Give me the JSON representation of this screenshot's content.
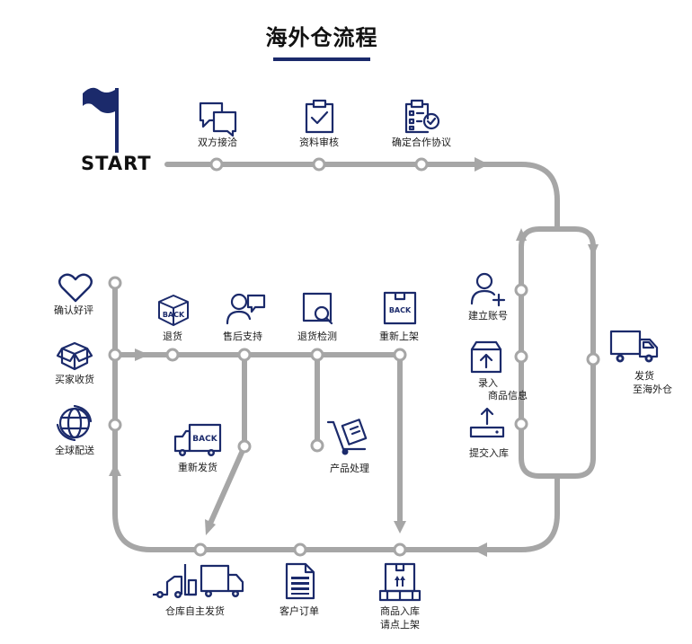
{
  "title": "海外仓流程",
  "start_label": "START",
  "colors": {
    "navy": "#1b2a6b",
    "path": "#a6a6a6",
    "text": "#1a1a1a"
  },
  "steps": {
    "negotiate": "双方接洽",
    "review": "资料审核",
    "agreement": "确定合作协议",
    "account": "建立账号",
    "product_info_1": "录入",
    "product_info_2": "商品信息",
    "submit": "提交入库",
    "ship_1": "发货",
    "ship_2": "至海外仓",
    "inbound_1": "商品入库",
    "inbound_2": "请点上架",
    "order": "客户订单",
    "warehouse_ship": "仓库自主发货",
    "global": "全球配送",
    "receive": "买家收货",
    "review_good": "确认好评",
    "return": "退货",
    "aftersale": "售后支持",
    "inspect": "退货检测",
    "reshelve": "重新上架",
    "reship": "重新发货",
    "process": "产品处理"
  },
  "icon_text": {
    "back": "BACK"
  },
  "icons": [
    "flag-icon",
    "chat-bubbles-icon",
    "clipboard-check-icon",
    "checklist-icon",
    "add-user-icon",
    "upload-box-icon",
    "upload-tray-icon",
    "delivery-truck-icon",
    "pallet-box-icon",
    "document-icon",
    "forklift-truck-icon",
    "globe-icon",
    "open-box-icon",
    "heart-icon",
    "back-box-icon",
    "support-person-icon",
    "magnifier-box-icon",
    "back-box-icon",
    "back-truck-icon",
    "hand-cart-icon"
  ]
}
